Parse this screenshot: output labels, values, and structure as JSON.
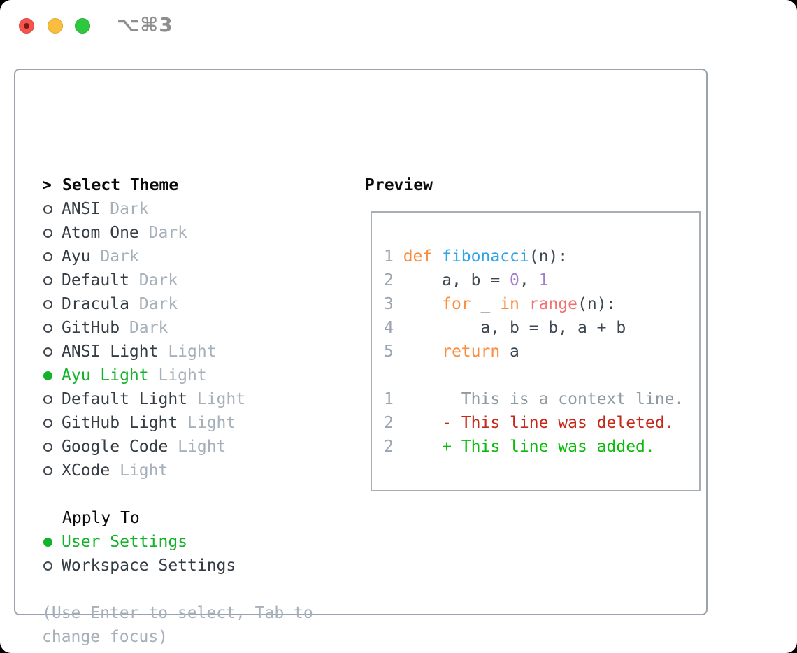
{
  "window": {
    "titlebar_shortcut": "⌥⌘3"
  },
  "panel": {
    "select_theme": {
      "marker": ">",
      "title": "Select Theme"
    },
    "themes": [
      {
        "name": "ANSI",
        "tag": "Dark",
        "selected": false
      },
      {
        "name": "Atom One",
        "tag": "Dark",
        "selected": false
      },
      {
        "name": "Ayu",
        "tag": "Dark",
        "selected": false
      },
      {
        "name": "Default",
        "tag": "Dark",
        "selected": false
      },
      {
        "name": "Dracula",
        "tag": "Dark",
        "selected": false
      },
      {
        "name": "GitHub",
        "tag": "Dark",
        "selected": false
      },
      {
        "name": "ANSI Light",
        "tag": "Light",
        "selected": false
      },
      {
        "name": "Ayu Light",
        "tag": "Light",
        "selected": true
      },
      {
        "name": "Default Light",
        "tag": "Light",
        "selected": false
      },
      {
        "name": "GitHub Light",
        "tag": "Light",
        "selected": false
      },
      {
        "name": "Google Code",
        "tag": "Light",
        "selected": false
      },
      {
        "name": "XCode",
        "tag": "Light",
        "selected": false
      }
    ],
    "apply_to": {
      "title": "Apply To",
      "options": [
        {
          "name": "User Settings",
          "selected": true
        },
        {
          "name": "Workspace Settings",
          "selected": false
        }
      ]
    },
    "hint": "(Use Enter to select, Tab to change focus)"
  },
  "preview": {
    "title": "Preview",
    "code_lines": [
      {
        "num": "1",
        "segments": [
          {
            "text": "def",
            "c": "keyword"
          },
          {
            "text": " ",
            "c": "plain"
          },
          {
            "text": "fibonacci",
            "c": "function"
          },
          {
            "text": "(n):",
            "c": "plain"
          }
        ]
      },
      {
        "num": "2",
        "segments": [
          {
            "text": "    a, b = ",
            "c": "plain"
          },
          {
            "text": "0",
            "c": "number"
          },
          {
            "text": ", ",
            "c": "plain"
          },
          {
            "text": "1",
            "c": "number"
          }
        ]
      },
      {
        "num": "3",
        "segments": [
          {
            "text": "    ",
            "c": "plain"
          },
          {
            "text": "for",
            "c": "keyword"
          },
          {
            "text": " _ ",
            "c": "plain"
          },
          {
            "text": "in",
            "c": "keyword"
          },
          {
            "text": " ",
            "c": "plain"
          },
          {
            "text": "range",
            "c": "call"
          },
          {
            "text": "(n):",
            "c": "plain"
          }
        ]
      },
      {
        "num": "4",
        "segments": [
          {
            "text": "        a, b = b, a + b",
            "c": "plain"
          }
        ]
      },
      {
        "num": "5",
        "segments": [
          {
            "text": "    ",
            "c": "plain"
          },
          {
            "text": "return",
            "c": "keyword"
          },
          {
            "text": " a",
            "c": "plain"
          }
        ]
      }
    ],
    "diff_lines": [
      {
        "num": "1",
        "text": "      This is a context line.",
        "type": "context"
      },
      {
        "num": "2",
        "text": "    - This line was deleted.",
        "type": "deleted"
      },
      {
        "num": "2",
        "text": "    + This line was added.",
        "type": "added"
      }
    ]
  },
  "colors": {
    "accent-green": "#12b32a",
    "diff-added": "#0cbb0c",
    "diff-deleted": "#c5291c",
    "diff-context": "#8f99a3",
    "syntax-keyword": "#fa8d3e",
    "syntax-function": "#2da3e8",
    "syntax-call": "#f07171",
    "syntax-number": "#a37acc",
    "line-number": "#9aa5b1",
    "code-plain": "#3d4751",
    "item-text": "#343c44",
    "muted": "#a6b0bb",
    "border": "#9aa2ad",
    "traffic-red": "#f4534e",
    "traffic-yellow": "#fbbd3e",
    "traffic-green": "#2ec840"
  }
}
